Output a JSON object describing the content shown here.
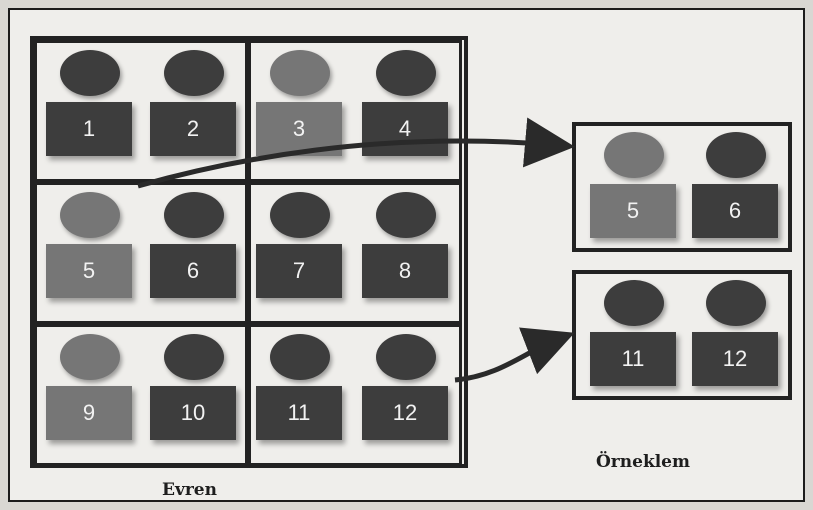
{
  "colors": {
    "dark": "#3d3d3d",
    "light": "#767676"
  },
  "population": {
    "label": "Evren",
    "people": [
      {
        "n": "1",
        "tone": "dark"
      },
      {
        "n": "2",
        "tone": "dark"
      },
      {
        "n": "3",
        "tone": "light"
      },
      {
        "n": "4",
        "tone": "dark"
      },
      {
        "n": "5",
        "tone": "light"
      },
      {
        "n": "6",
        "tone": "dark"
      },
      {
        "n": "7",
        "tone": "dark"
      },
      {
        "n": "8",
        "tone": "dark"
      },
      {
        "n": "9",
        "tone": "light"
      },
      {
        "n": "10",
        "tone": "dark"
      },
      {
        "n": "11",
        "tone": "dark"
      },
      {
        "n": "12",
        "tone": "dark"
      }
    ]
  },
  "sample": {
    "label": "Örneklem",
    "groups": [
      [
        {
          "n": "5",
          "tone": "light"
        },
        {
          "n": "6",
          "tone": "dark"
        }
      ],
      [
        {
          "n": "11",
          "tone": "dark"
        },
        {
          "n": "12",
          "tone": "dark"
        }
      ]
    ]
  }
}
